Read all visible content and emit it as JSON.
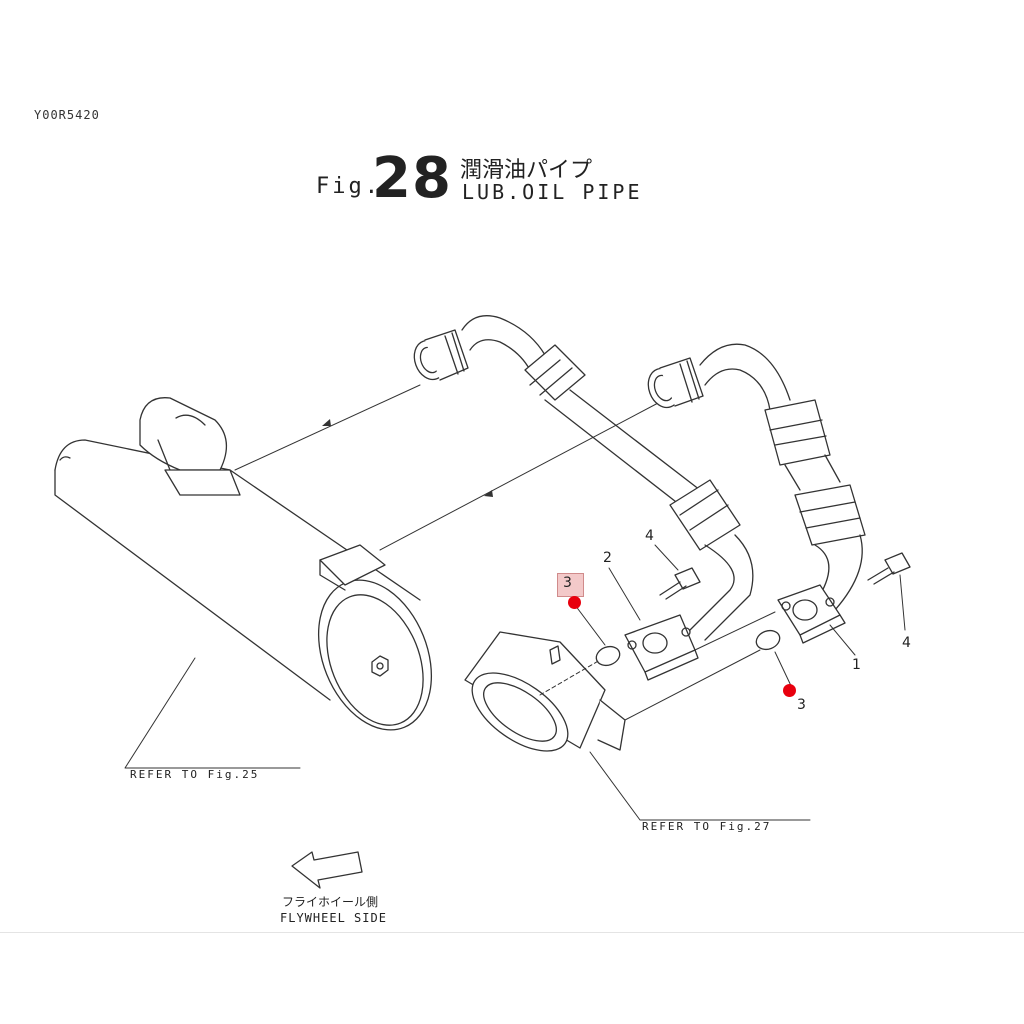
{
  "drawing_code": "Y00R5420",
  "figure": {
    "prefix": "Fig.",
    "number": "28",
    "title_jp": "潤滑油パイプ",
    "title_en": "LUB.OIL PIPE"
  },
  "callouts": {
    "c1": "1",
    "c2": "2",
    "c3a": "3",
    "c3b": "3",
    "c4a": "4",
    "c4b": "4"
  },
  "references": {
    "fig25": "REFER TO Fig.25",
    "fig27": "REFER TO Fig.27"
  },
  "flywheel": {
    "label_jp": "フライホイール側",
    "label_en": "FLYWHEEL SIDE"
  },
  "colors": {
    "highlight_dot": "#e8000e",
    "highlight_box": "#f3c9c9",
    "line": "#333333"
  }
}
